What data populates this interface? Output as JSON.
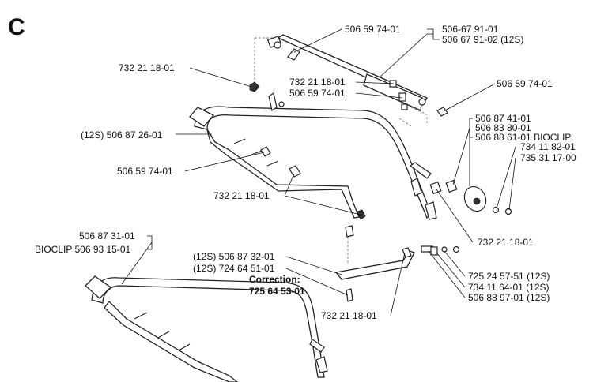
{
  "section_letter": "C",
  "labels": {
    "l01": "506 59 74-01",
    "l02": "506-67 91-01",
    "l03": "506 67 91-02 (12S)",
    "l04": "732 21 18-01",
    "l05": "732 21 18-01",
    "l06": "506 59 74-01",
    "l07": "506 59 74-01",
    "l08": "(12S) 506 87 26-01",
    "l09": "506 87 41-01",
    "l10": "506 83 80-01",
    "l11": "506 88 61-01 BIOCLIP",
    "l12": "734 11 82-01",
    "l13": "735 31 17-00",
    "l14": "506 59 74-01",
    "l15": "732 21 18-01",
    "l16": "732 21 18-01",
    "l17": "506 87 31-01",
    "l18": "BIOCLIP 506 93 15-01",
    "l19": "(12S) 506 87 32-01",
    "l20": "(12S) 724 64 51-01",
    "l21": "Correction:",
    "l22": "725 64 53-01",
    "l23": "725 24 57-51 (12S)",
    "l24": "734 11 64-01 (12S)",
    "l25": "506 88 97-01 (12S)",
    "l26": "732 21 18-01"
  }
}
